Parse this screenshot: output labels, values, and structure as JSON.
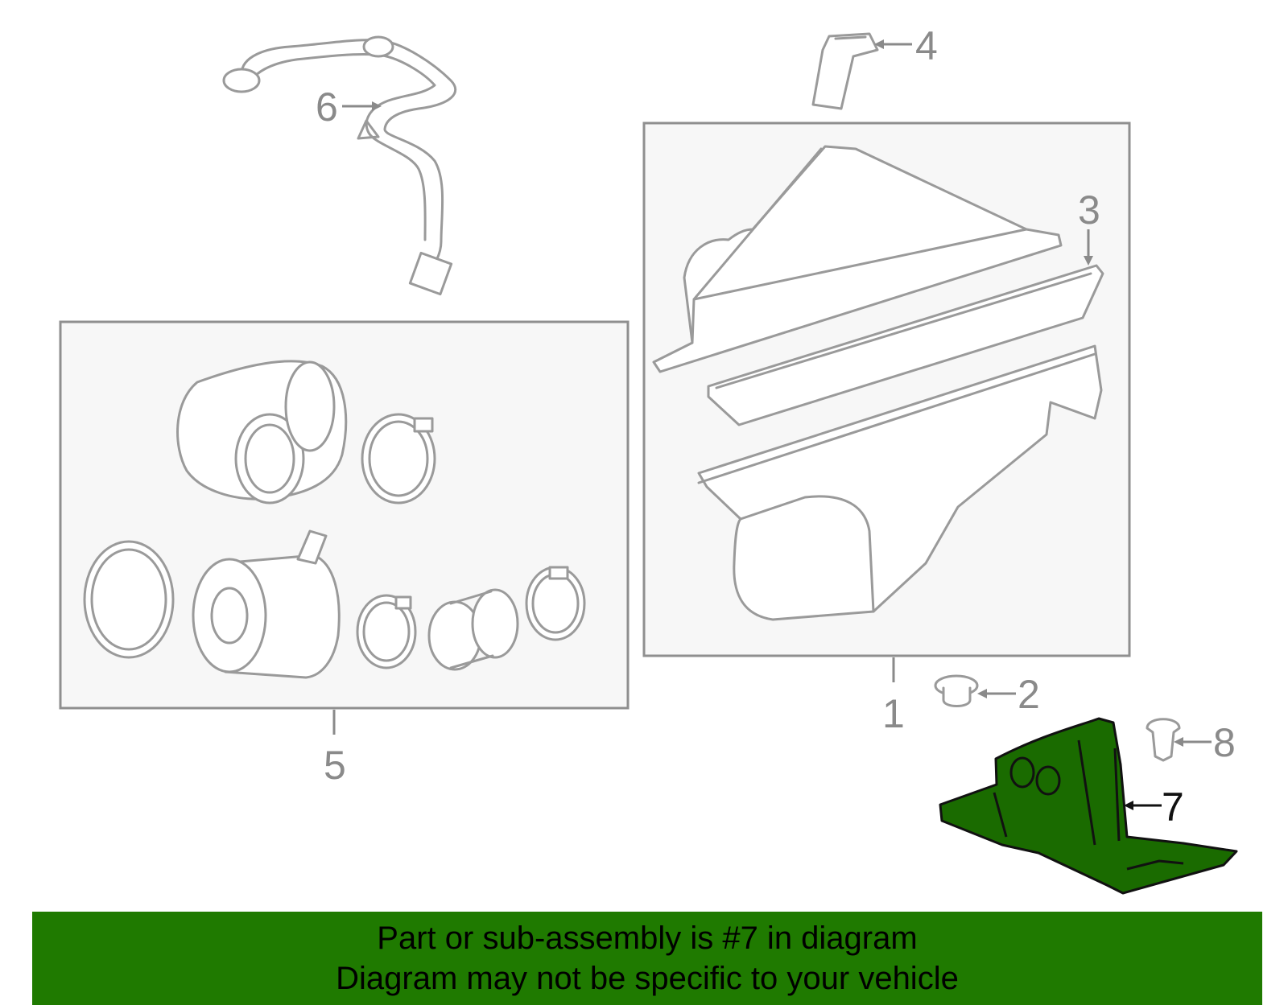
{
  "colors": {
    "highlight_fill": "#1a6b00",
    "banner_bg": "#1f7a00",
    "callout_gray": "#8a8a8a",
    "callout_highlight": "#111111",
    "box_fill": "#f7f7f7"
  },
  "callouts": {
    "c1": "1",
    "c2": "2",
    "c3": "3",
    "c4": "4",
    "c5": "5",
    "c6": "6",
    "c7": "7",
    "c8": "8"
  },
  "banner": {
    "line1": "Part or sub-assembly is #7 in diagram",
    "line2": "Diagram may not be specific to your vehicle"
  }
}
